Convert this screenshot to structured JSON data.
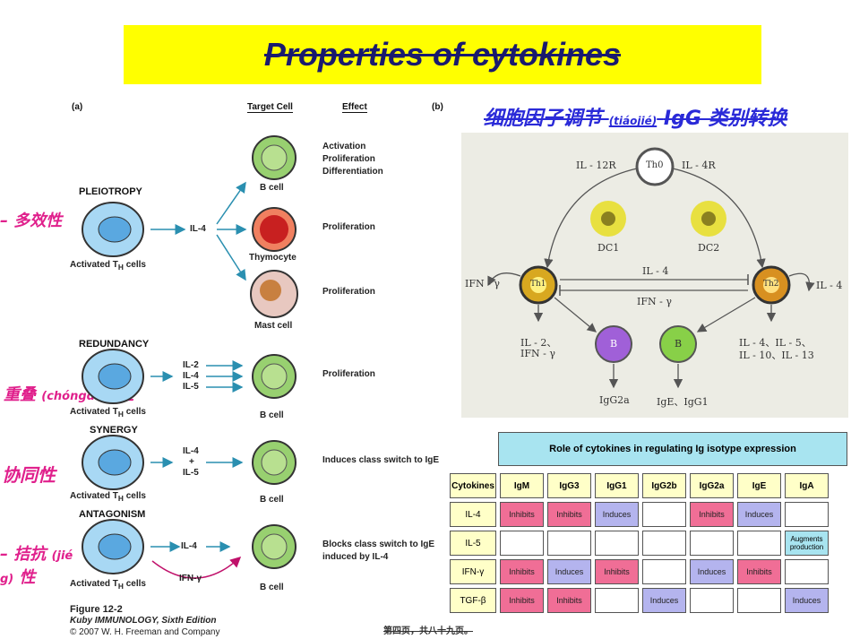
{
  "title": "Properties of cytokines",
  "left_labels": {
    "pleiotropy": "– 多效性",
    "redundancy_main": "重叠",
    "redundancy_pinyin": "(chóngdié)",
    "redundancy_tail": "性",
    "synergy": "协同性",
    "antagonism_main": "– 拮抗",
    "antagonism_pinyin1": "(jié",
    "antagonism_pinyin2": "g)",
    "antagonism_tail": "性"
  },
  "figure": {
    "panel_a": "(a)",
    "panel_b": "(b)",
    "col_target": "Target Cell",
    "col_effect": "Effect",
    "pleiotropy": "PLEIOTROPY",
    "redundancy": "REDUNDANCY",
    "synergy": "SYNERGY",
    "antagonism": "ANTAGONISM",
    "activated": "Activated T",
    "activated_sub": "H",
    "activated_tail": " cells",
    "il4": "IL-4",
    "il2": "IL-2",
    "il5": "IL-5",
    "plus": "+",
    "ifn": "IFN-γ",
    "b_cell": "B cell",
    "thymocyte": "Thymocyte",
    "mast_cell": "Mast cell",
    "effect_activation": "Activation",
    "effect_proliferation": "Proliferation",
    "effect_differentiation": "Differentiation",
    "effect_class_switch": "Induces class switch to IgE",
    "effect_blocks": "Blocks class switch to IgE",
    "effect_blocks2": "induced by IL-4",
    "caption1": "Figure 12-2",
    "caption2": "Kuby IMMUNOLOGY, Sixth Edition",
    "caption3": "© 2007 W. H. Freeman and Company"
  },
  "right_title": {
    "main": "细胞因子调节",
    "pinyin": "(tiáojié)",
    "tail": "IgG 类别转换"
  },
  "diagram": {
    "th0": "Th0",
    "il12r": "IL - 12R",
    "il4r": "IL - 4R",
    "dc1": "DC1",
    "dc2": "DC2",
    "th1": "Th1",
    "th2": "Th2",
    "il4": "IL - 4",
    "ifn": "IFN - γ",
    "ifn_left": "IFN - γ",
    "il4_right": "IL - 4",
    "th1_out1": "IL - 2、",
    "th1_out2": "IFN - γ",
    "th2_out1": "IL - 4、IL - 5、",
    "th2_out2": "IL - 10、IL - 13",
    "b": "B",
    "igg2a": "IgG2a",
    "ige": "IgE、IgG1"
  },
  "table": {
    "title": "Role of cytokines in regulating Ig isotype expression",
    "headers": [
      "Cytokines",
      "IgM",
      "IgG3",
      "IgG1",
      "IgG2b",
      "IgG2a",
      "IgE",
      "IgA"
    ],
    "rows": [
      {
        "name": "IL-4",
        "cells": [
          "Inhibits",
          "Inhibits",
          "Induces",
          "",
          "Inhibits",
          "Induces",
          ""
        ]
      },
      {
        "name": "IL-5",
        "cells": [
          "",
          "",
          "",
          "",
          "",
          "",
          "Augments production"
        ]
      },
      {
        "name": "IFN-γ",
        "cells": [
          "Inhibits",
          "Induces",
          "Inhibits",
          "",
          "Induces",
          "Inhibits",
          ""
        ]
      },
      {
        "name": "TGF-β",
        "cells": [
          "Inhibits",
          "Inhibits",
          "",
          "Induces",
          "",
          "",
          "Induces"
        ]
      }
    ]
  },
  "footer": "第四页，共八十九页。",
  "colors": {
    "title_bg": "#ffff00",
    "title_text": "#1a1a6e",
    "pink": "#e0208c",
    "blue_title": "#2a2ad8",
    "inhibits": "#f06e96",
    "induces": "#b4b4ee",
    "table_title_bg": "#a8e4f0"
  }
}
